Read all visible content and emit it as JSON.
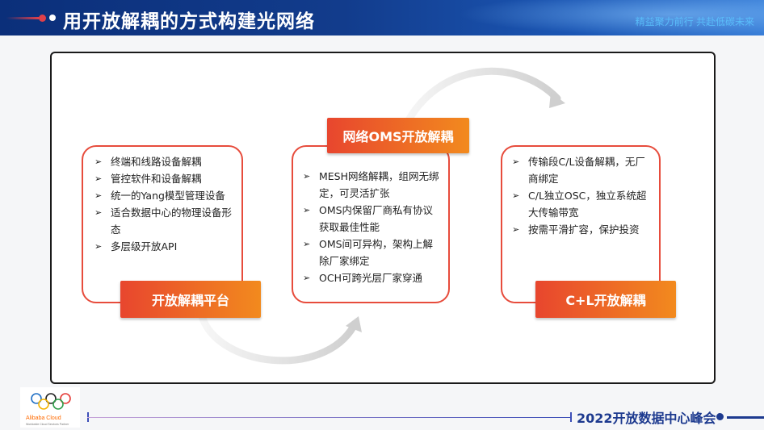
{
  "slide": {
    "title": "用开放解耦的方式构建光网络",
    "tagline": "精益聚力前行  共赴低碳未来"
  },
  "cards": [
    {
      "title": "开放解耦平台",
      "items": [
        "终端和线路设备解耦",
        "管控软件和设备解耦",
        "统一的Yang模型管理设备",
        "适合数据中心的物理设备形态",
        "多层级开放API"
      ]
    },
    {
      "title": "网络OMS开放解耦",
      "items": [
        "MESH网络解耦，组网无绑定，可灵活扩张",
        "OMS内保留厂商私有协议获取最佳性能",
        "OMS间可异构，架构上解除厂家绑定",
        "OCH可跨光层厂家穿通"
      ]
    },
    {
      "title": "C+L开放解耦",
      "items": [
        "传输段C/L设备解耦，无厂商绑定",
        "C/L独立OSC，独立系统超大传输带宽",
        "按需平滑扩容，保护投资"
      ]
    }
  ],
  "footer": {
    "summit": "2022开放数据中心峰会",
    "logo_text": "Alibaba Cloud",
    "logo_subtext": "Worldwide Cloud Services Partner"
  },
  "colors": {
    "accent": "#e74c3c",
    "header": "#123c8c",
    "pill_start": "#e8462e",
    "pill_end": "#f28a1e"
  }
}
